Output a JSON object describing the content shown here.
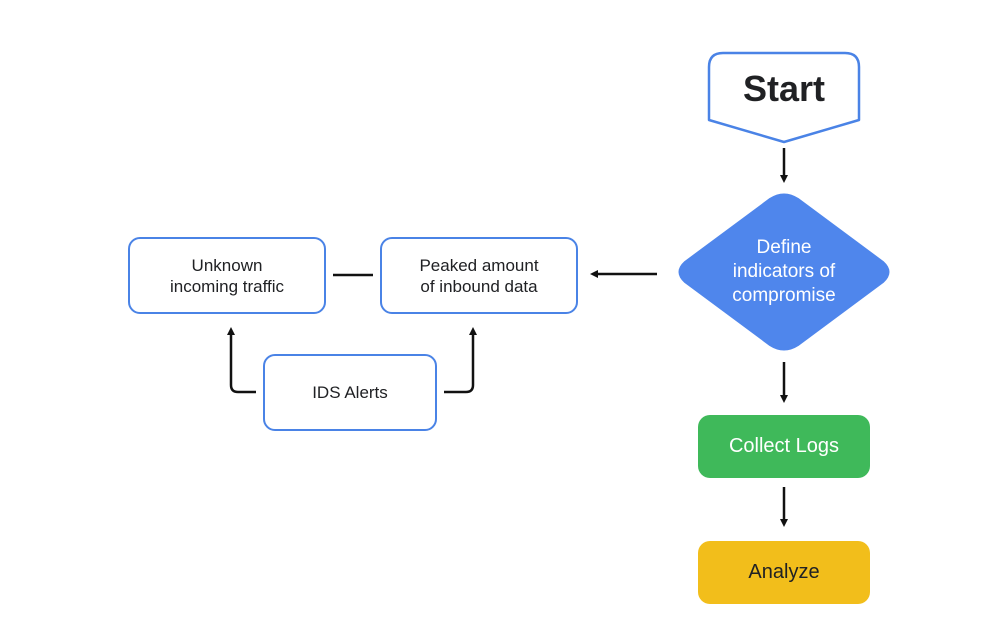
{
  "flowchart": {
    "start": {
      "label": "Start"
    },
    "decision": {
      "label": "Define\nindicators of\ncompromise"
    },
    "collect": {
      "label": "Collect Logs"
    },
    "analyze": {
      "label": "Analyze"
    },
    "peaked": {
      "label": "Peaked amount\nof inbound data"
    },
    "unknown": {
      "label": "Unknown\nincoming traffic"
    },
    "ids": {
      "label": "IDS Alerts"
    }
  },
  "colors": {
    "outline_blue": "#4a83e6",
    "decision_blue": "#4f86ec",
    "collect_green": "#3fb95a",
    "analyze_yellow": "#f2be1b",
    "arrow": "#111111"
  }
}
